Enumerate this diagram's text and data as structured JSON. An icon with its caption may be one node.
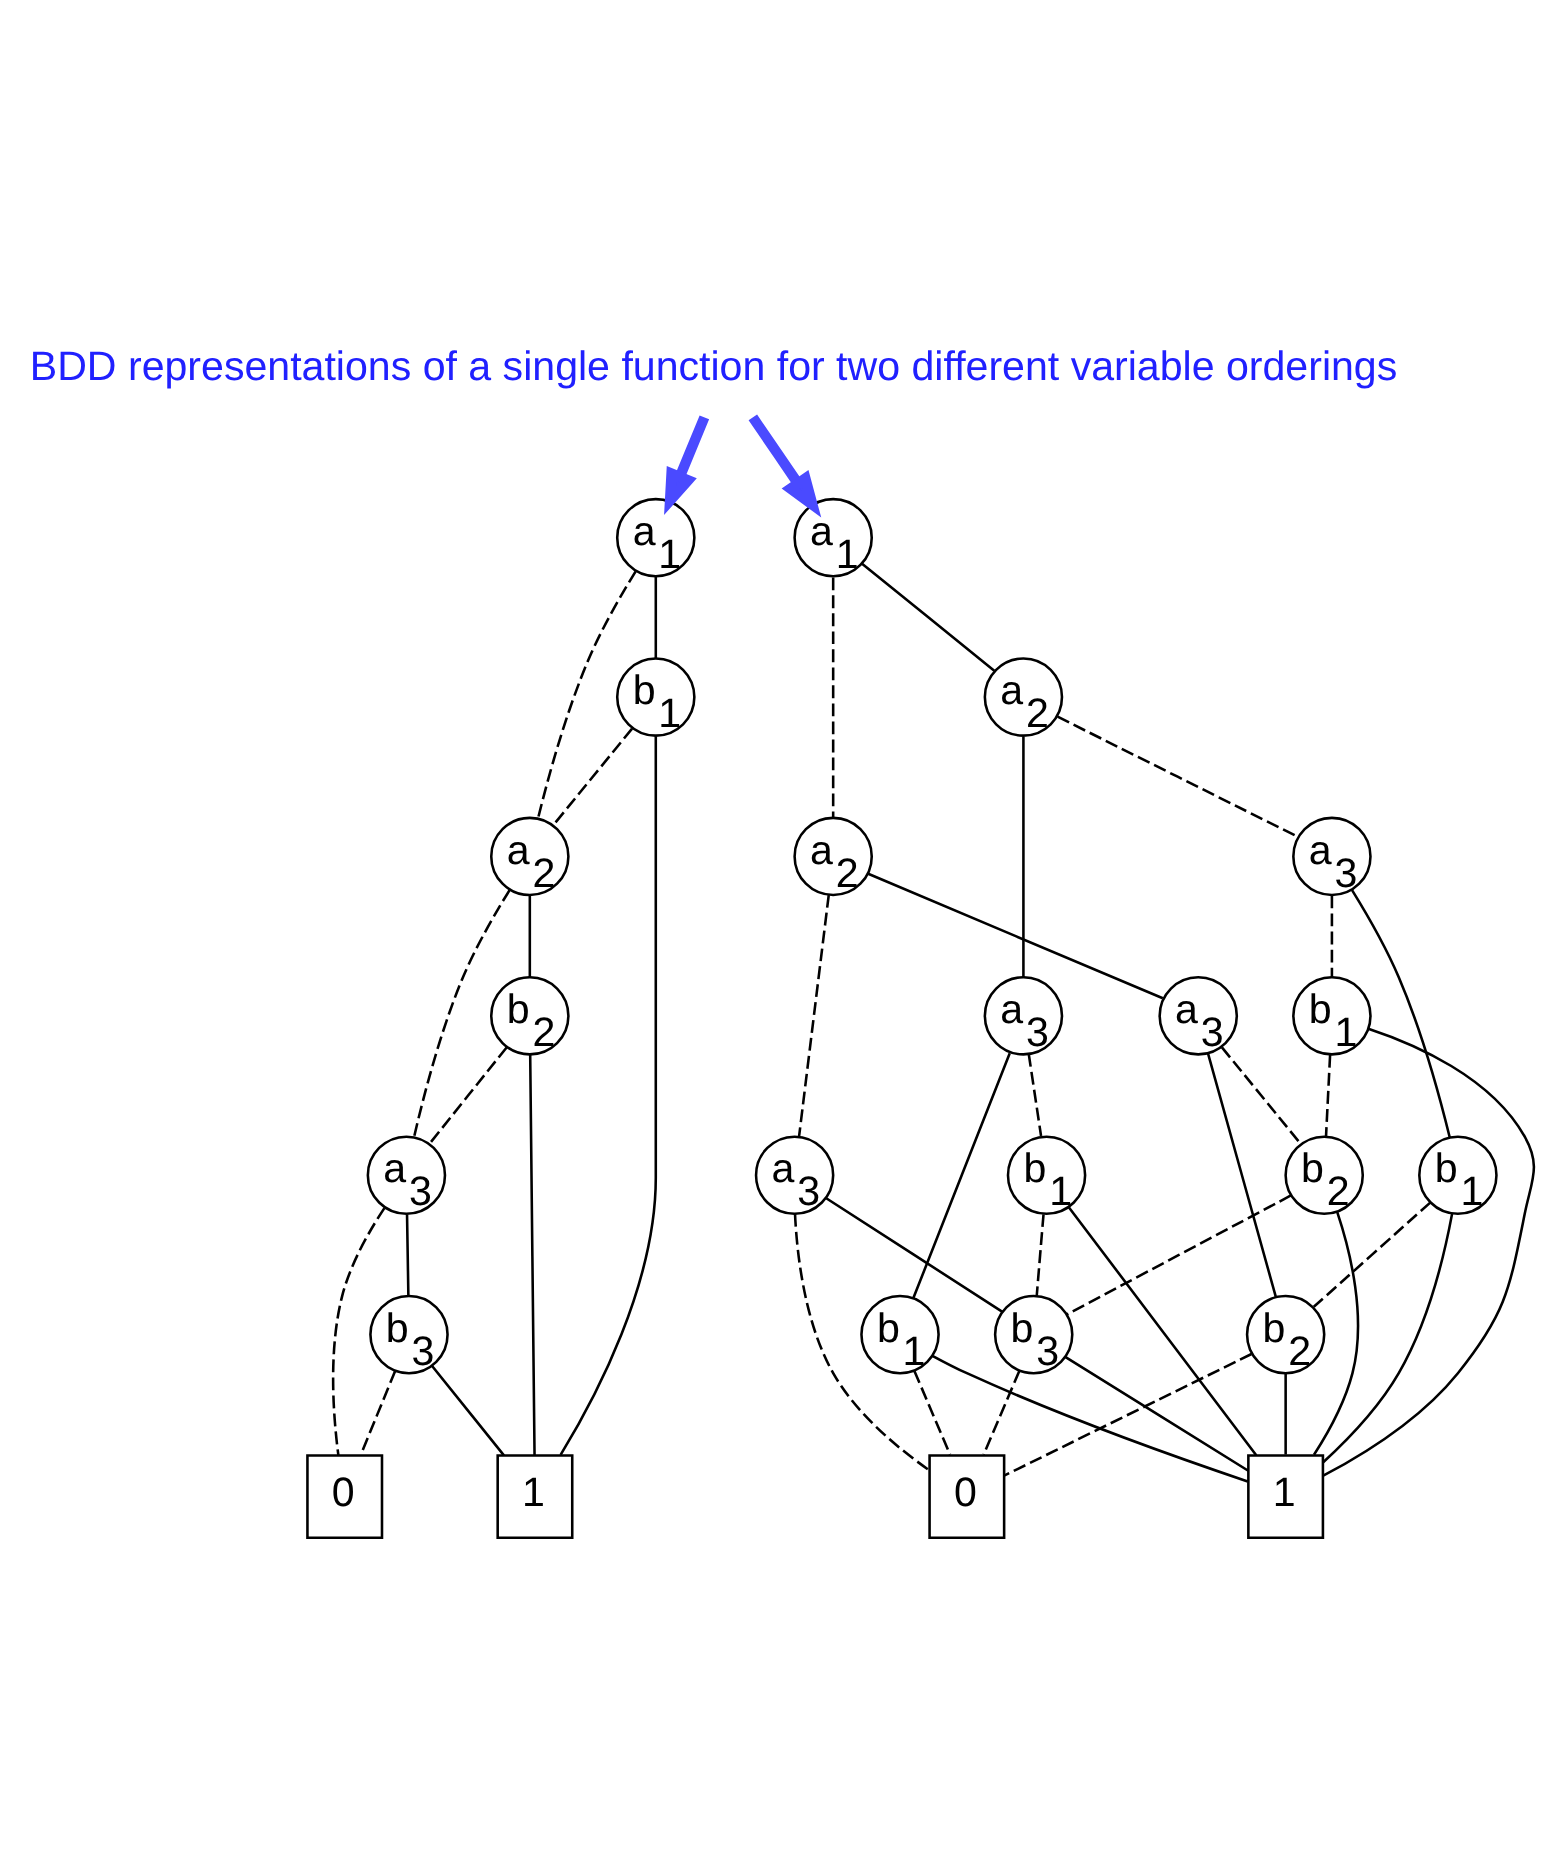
{
  "diagram": {
    "nodes": [
      {
        "text": [
          "BDD representations of a single function for two different variable orderings"
        ]
      },
      {
        "text": [
          "a$_{1}$"
        ]
      },
      {
        "text": [
          "b$_{1}$"
        ]
      },
      {
        "text": [
          "a$_{2}$"
        ]
      },
      {
        "text": [
          "b$_{2}$"
        ]
      },
      {
        "text": [
          "a$_{3}$"
        ]
      },
      {
        "text": [
          "b$_{3}$"
        ]
      },
      {
        "text": [
          "0"
        ]
      },
      {
        "text": [
          "1"
        ]
      },
      {
        "text": [
          "a$_{1}$"
        ]
      },
      {
        "text": [
          "a$_{2}$"
        ]
      },
      {
        "text": [
          "a$_{2}$"
        ]
      },
      {
        "text": [
          "a$_{3}$"
        ]
      },
      {
        "text": [
          "a$_{3}$"
        ]
      },
      {
        "text": [
          "a$_{3}$"
        ]
      },
      {
        "text": [
          "a$_{3}$"
        ]
      },
      {
        "text": [
          "b$_{1}$"
        ]
      },
      {
        "text": [
          "b$_{1}$"
        ]
      },
      {
        "text": [
          "b$_{1}$"
        ]
      },
      {
        "text": [
          "b$_{1}$"
        ]
      },
      {
        "text": [
          "b$_{2}$"
        ]
      },
      {
        "text": [
          "b$_{2}$"
        ]
      },
      {
        "text": [
          "b$_{3}$"
        ]
      },
      {
        "text": [
          "0"
        ]
      },
      {
        "text": [
          "1"
        ]
      }
    ],
    "edges": [
      {
        "from": 0,
        "to": 1,
        "arrow": "to",
        "style": "thick",
        "color": "#4a4aff"
      },
      {
        "from": 0,
        "to": 9,
        "arrow": "to",
        "style": "thick",
        "color": "#4a4aff"
      },
      {
        "from": 1,
        "to": 3,
        "arrow": "none",
        "style": "dashed"
      },
      {
        "from": 1,
        "to": 2,
        "arrow": "none"
      },
      {
        "from": 2,
        "to": 3,
        "arrow": "none",
        "style": "dashed"
      },
      {
        "from": 2,
        "to": 8,
        "arrow": "none"
      },
      {
        "from": 3,
        "to": 5,
        "arrow": "none",
        "style": "dashed"
      },
      {
        "from": 3,
        "to": 4,
        "arrow": "none"
      },
      {
        "from": 4,
        "to": 5,
        "arrow": "none",
        "style": "dashed"
      },
      {
        "from": 4,
        "to": 8,
        "arrow": "none"
      },
      {
        "from": 5,
        "to": 7,
        "arrow": "none",
        "style": "dashed"
      },
      {
        "from": 5,
        "to": 6,
        "arrow": "none"
      },
      {
        "from": 6,
        "to": 7,
        "arrow": "none",
        "style": "dashed"
      },
      {
        "from": 6,
        "to": 8,
        "arrow": "none"
      },
      {
        "from": 9,
        "to": 10,
        "arrow": "none",
        "style": "dashed"
      },
      {
        "from": 9,
        "to": 11,
        "arrow": "none"
      },
      {
        "from": 10,
        "to": 12,
        "arrow": "none",
        "style": "dashed"
      },
      {
        "from": 10,
        "to": 13,
        "arrow": "none"
      },
      {
        "from": 11,
        "to": 14,
        "arrow": "none",
        "style": "dashed"
      },
      {
        "from": 11,
        "to": 15,
        "arrow": "none"
      },
      {
        "from": 12,
        "to": 23,
        "arrow": "none",
        "style": "dashed"
      },
      {
        "from": 12,
        "to": 22,
        "arrow": "none"
      },
      {
        "from": 13,
        "to": 20,
        "arrow": "none",
        "style": "dashed"
      },
      {
        "from": 13,
        "to": 21,
        "arrow": "none"
      },
      {
        "from": 14,
        "to": 16,
        "arrow": "none",
        "style": "dashed"
      },
      {
        "from": 14,
        "to": 17,
        "arrow": "none"
      },
      {
        "from": 15,
        "to": 18,
        "arrow": "none",
        "style": "dashed"
      },
      {
        "from": 15,
        "to": 19,
        "arrow": "none"
      },
      {
        "from": 16,
        "to": 20,
        "arrow": "none",
        "style": "dashed"
      },
      {
        "from": 16,
        "to": 24,
        "arrow": "none"
      },
      {
        "from": 17,
        "to": 21,
        "arrow": "none",
        "style": "dashed"
      },
      {
        "from": 17,
        "to": 24,
        "arrow": "none"
      },
      {
        "from": 18,
        "to": 22,
        "arrow": "none",
        "style": "dashed"
      },
      {
        "from": 18,
        "to": 24,
        "arrow": "none"
      },
      {
        "from": 19,
        "to": 23,
        "arrow": "none",
        "style": "dashed"
      },
      {
        "from": 19,
        "to": 24,
        "arrow": "none"
      },
      {
        "from": 20,
        "to": 22,
        "arrow": "none",
        "style": "dashed"
      },
      {
        "from": 20,
        "to": 24,
        "arrow": "none"
      },
      {
        "from": 21,
        "to": 23,
        "arrow": "none",
        "style": "dashed"
      },
      {
        "from": 21,
        "to": 24,
        "arrow": "none"
      },
      {
        "from": 22,
        "to": 23,
        "arrow": "none",
        "style": "dashed"
      },
      {
        "from": 22,
        "to": 24,
        "arrow": "none"
      }
    ]
  }
}
